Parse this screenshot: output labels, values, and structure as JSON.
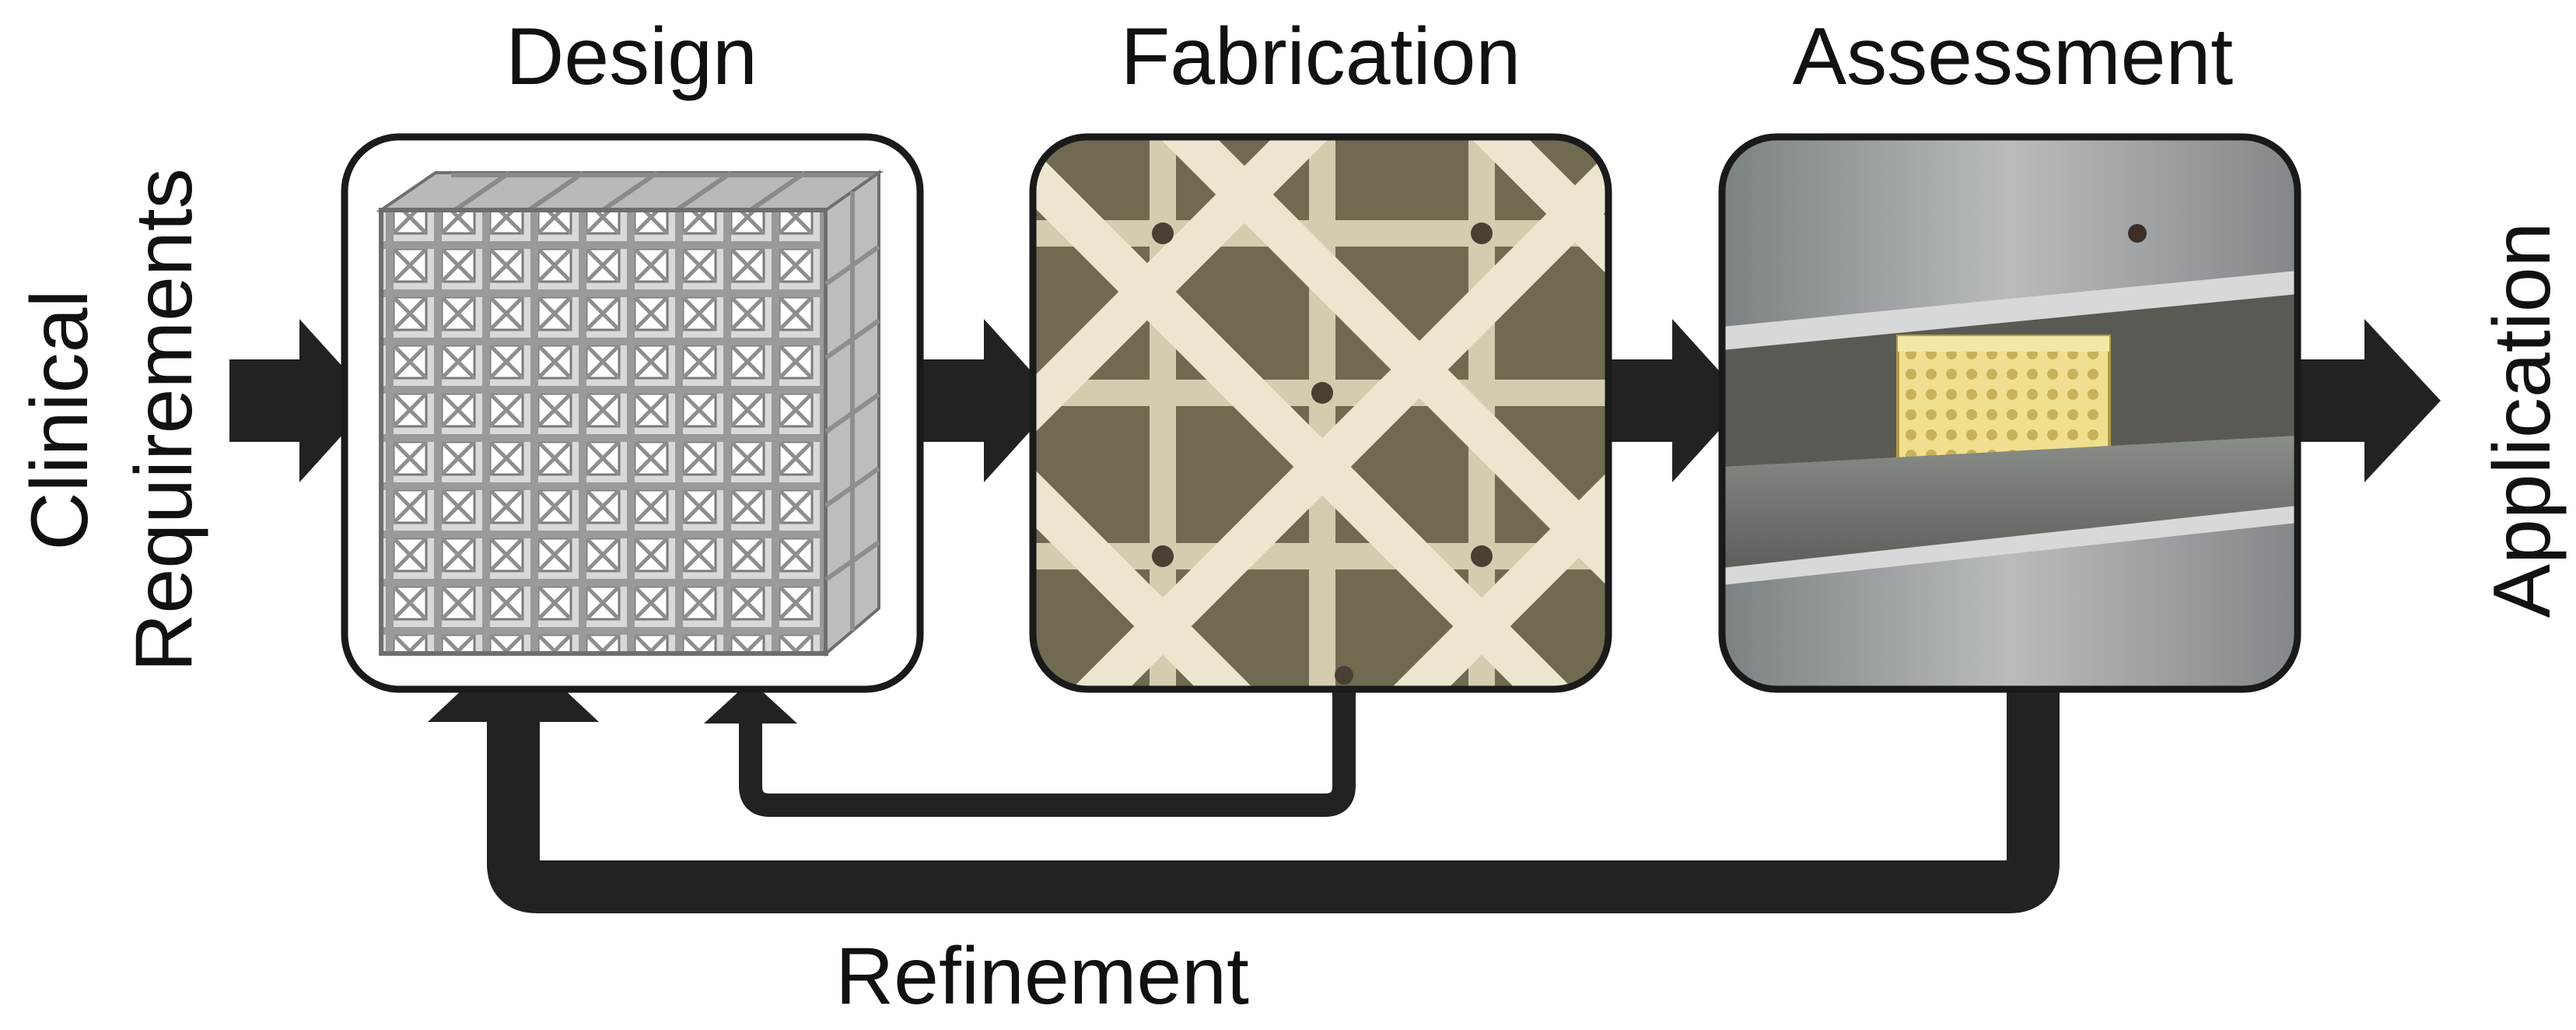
{
  "labels": {
    "input": [
      "Clinical",
      "Requirements"
    ],
    "output": "Application",
    "stages": [
      "Design",
      "Fabrication",
      "Assessment"
    ],
    "feedback": "Refinement"
  },
  "panels": {
    "design": "lattice-cube-render",
    "fabrication": "printed-lattice-micrograph",
    "assessment": "compression-test-photo"
  },
  "colors": {
    "arrow": "#222222",
    "panel_border": "#1a1a1a",
    "text": "#111111",
    "lattice": "#8d8d8d",
    "printed_strut": "#e6e0c8",
    "printed_background": "#6f6a50",
    "steel_plate": "#9ba0a3",
    "sample": "#e6d27a"
  }
}
